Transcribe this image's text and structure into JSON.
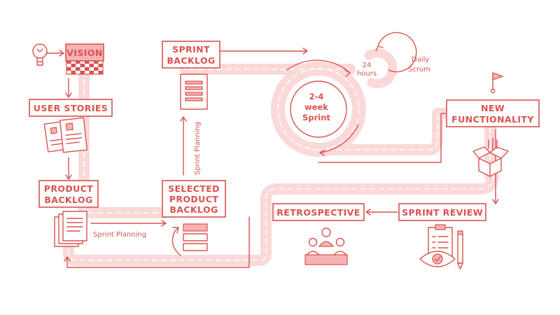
{
  "nodes": {
    "vision": "VISION",
    "user_stories": "USER STORIES",
    "product_backlog_1": "PRODUCT",
    "product_backlog_2": "BACKLOG",
    "sprint_backlog_1": "SPRINT",
    "sprint_backlog_2": "BACKLOG",
    "selected_1": "SELECTED",
    "selected_2": "PRODUCT",
    "selected_3": "BACKLOG",
    "new_func_1": "NEW",
    "new_func_2": "FUNCTIONALITY",
    "sprint_review": "SPRINT REVIEW",
    "retrospective": "RETROSPECTIVE"
  },
  "labels": {
    "sprint_planning_h": "Sprint Planning",
    "sprint_planning_v": "Sprint Planning",
    "sprint_1": "2-4",
    "sprint_2": "week",
    "sprint_3": "Sprint",
    "hours_1": "24",
    "hours_2": "hours",
    "daily_1": "Daily",
    "daily_2": "Scrum"
  },
  "colors": {
    "accent": "#d9534f",
    "road": "#fbd9d9"
  },
  "icons": [
    "lightbulb-icon",
    "checkered-flag-icon",
    "user-story-cards-icon",
    "document-stack-icon",
    "sprint-backlog-doc-icon",
    "selected-items-icon",
    "goal-flag-icon",
    "open-box-icon",
    "clipboard-icon",
    "eye-icon",
    "pencil-icon",
    "team-meeting-icon"
  ]
}
